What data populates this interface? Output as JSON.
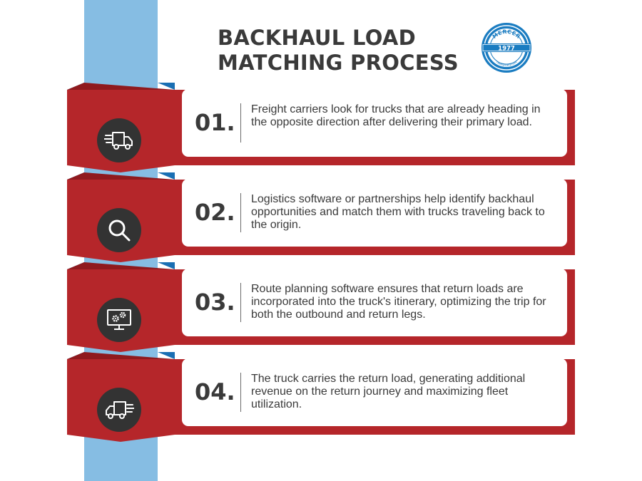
{
  "header": {
    "title_line1": "BACKHAUL LOAD",
    "title_line2": "MATCHING PROCESS"
  },
  "logo": {
    "icon": "mercer-1977-badge-icon",
    "brand_text": "MERCER",
    "year_text": "1977",
    "tagline_text": "TRANSPORTATION"
  },
  "colors": {
    "red": "#b5262a",
    "dark_red": "#8f1a1e",
    "blue": "#86bde3",
    "blue_triangle": "#1a6fb3",
    "text": "#3a3a3a",
    "icon_bg": "#333333"
  },
  "steps": [
    {
      "number": "01.",
      "text": "Freight carriers look for trucks that are already heading in the opposite direction after delivering their primary load.",
      "icon": "speeding-truck-icon"
    },
    {
      "number": "02.",
      "text": "Logistics software or partnerships help identify backhaul opportunities and match them with trucks traveling back to the origin.",
      "icon": "magnifier-icon"
    },
    {
      "number": "03.",
      "text": "Route planning software ensures that return loads are incorporated into the truck's itinerary, optimizing the trip for both the outbound and return legs.",
      "icon": "monitor-gears-icon"
    },
    {
      "number": "04.",
      "text": "The truck carries the return load, generating additional revenue on the return journey and maximizing fleet utilization.",
      "icon": "return-truck-icon"
    }
  ]
}
